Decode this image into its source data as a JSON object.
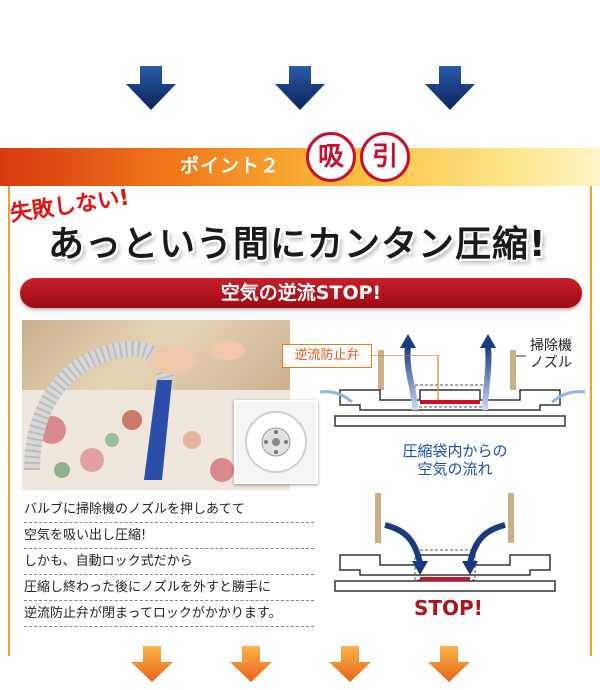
{
  "banner": {
    "point_label": "ポイント２",
    "kanji_1": "吸",
    "kanji_2": "引"
  },
  "headline": {
    "tag": "失敗しない!",
    "main": "あっという間にカンタン圧縮!"
  },
  "subheader": "空気の逆流STOP!",
  "description": [
    "バルブに掃除機のノズルを押しあてて",
    "空気を吸い出し圧縮!",
    "しかも、自動ロック式だから",
    "圧縮し終わった後にノズルを外すと勝手に",
    "逆流防止弁が閉まってロックがかかります。"
  ],
  "diagram": {
    "valve_label": "逆流防止弁",
    "nozzle_label_1": "掃除機",
    "nozzle_label_2": "ノズル",
    "flow_label_1": "圧縮袋内からの",
    "flow_label_2": "空気の流れ",
    "stop_label": "STOP!"
  },
  "colors": {
    "navy": "#0d2f6e",
    "orange": "#f07a1a",
    "red": "#c8102e",
    "blue": "#1a4fa0"
  }
}
